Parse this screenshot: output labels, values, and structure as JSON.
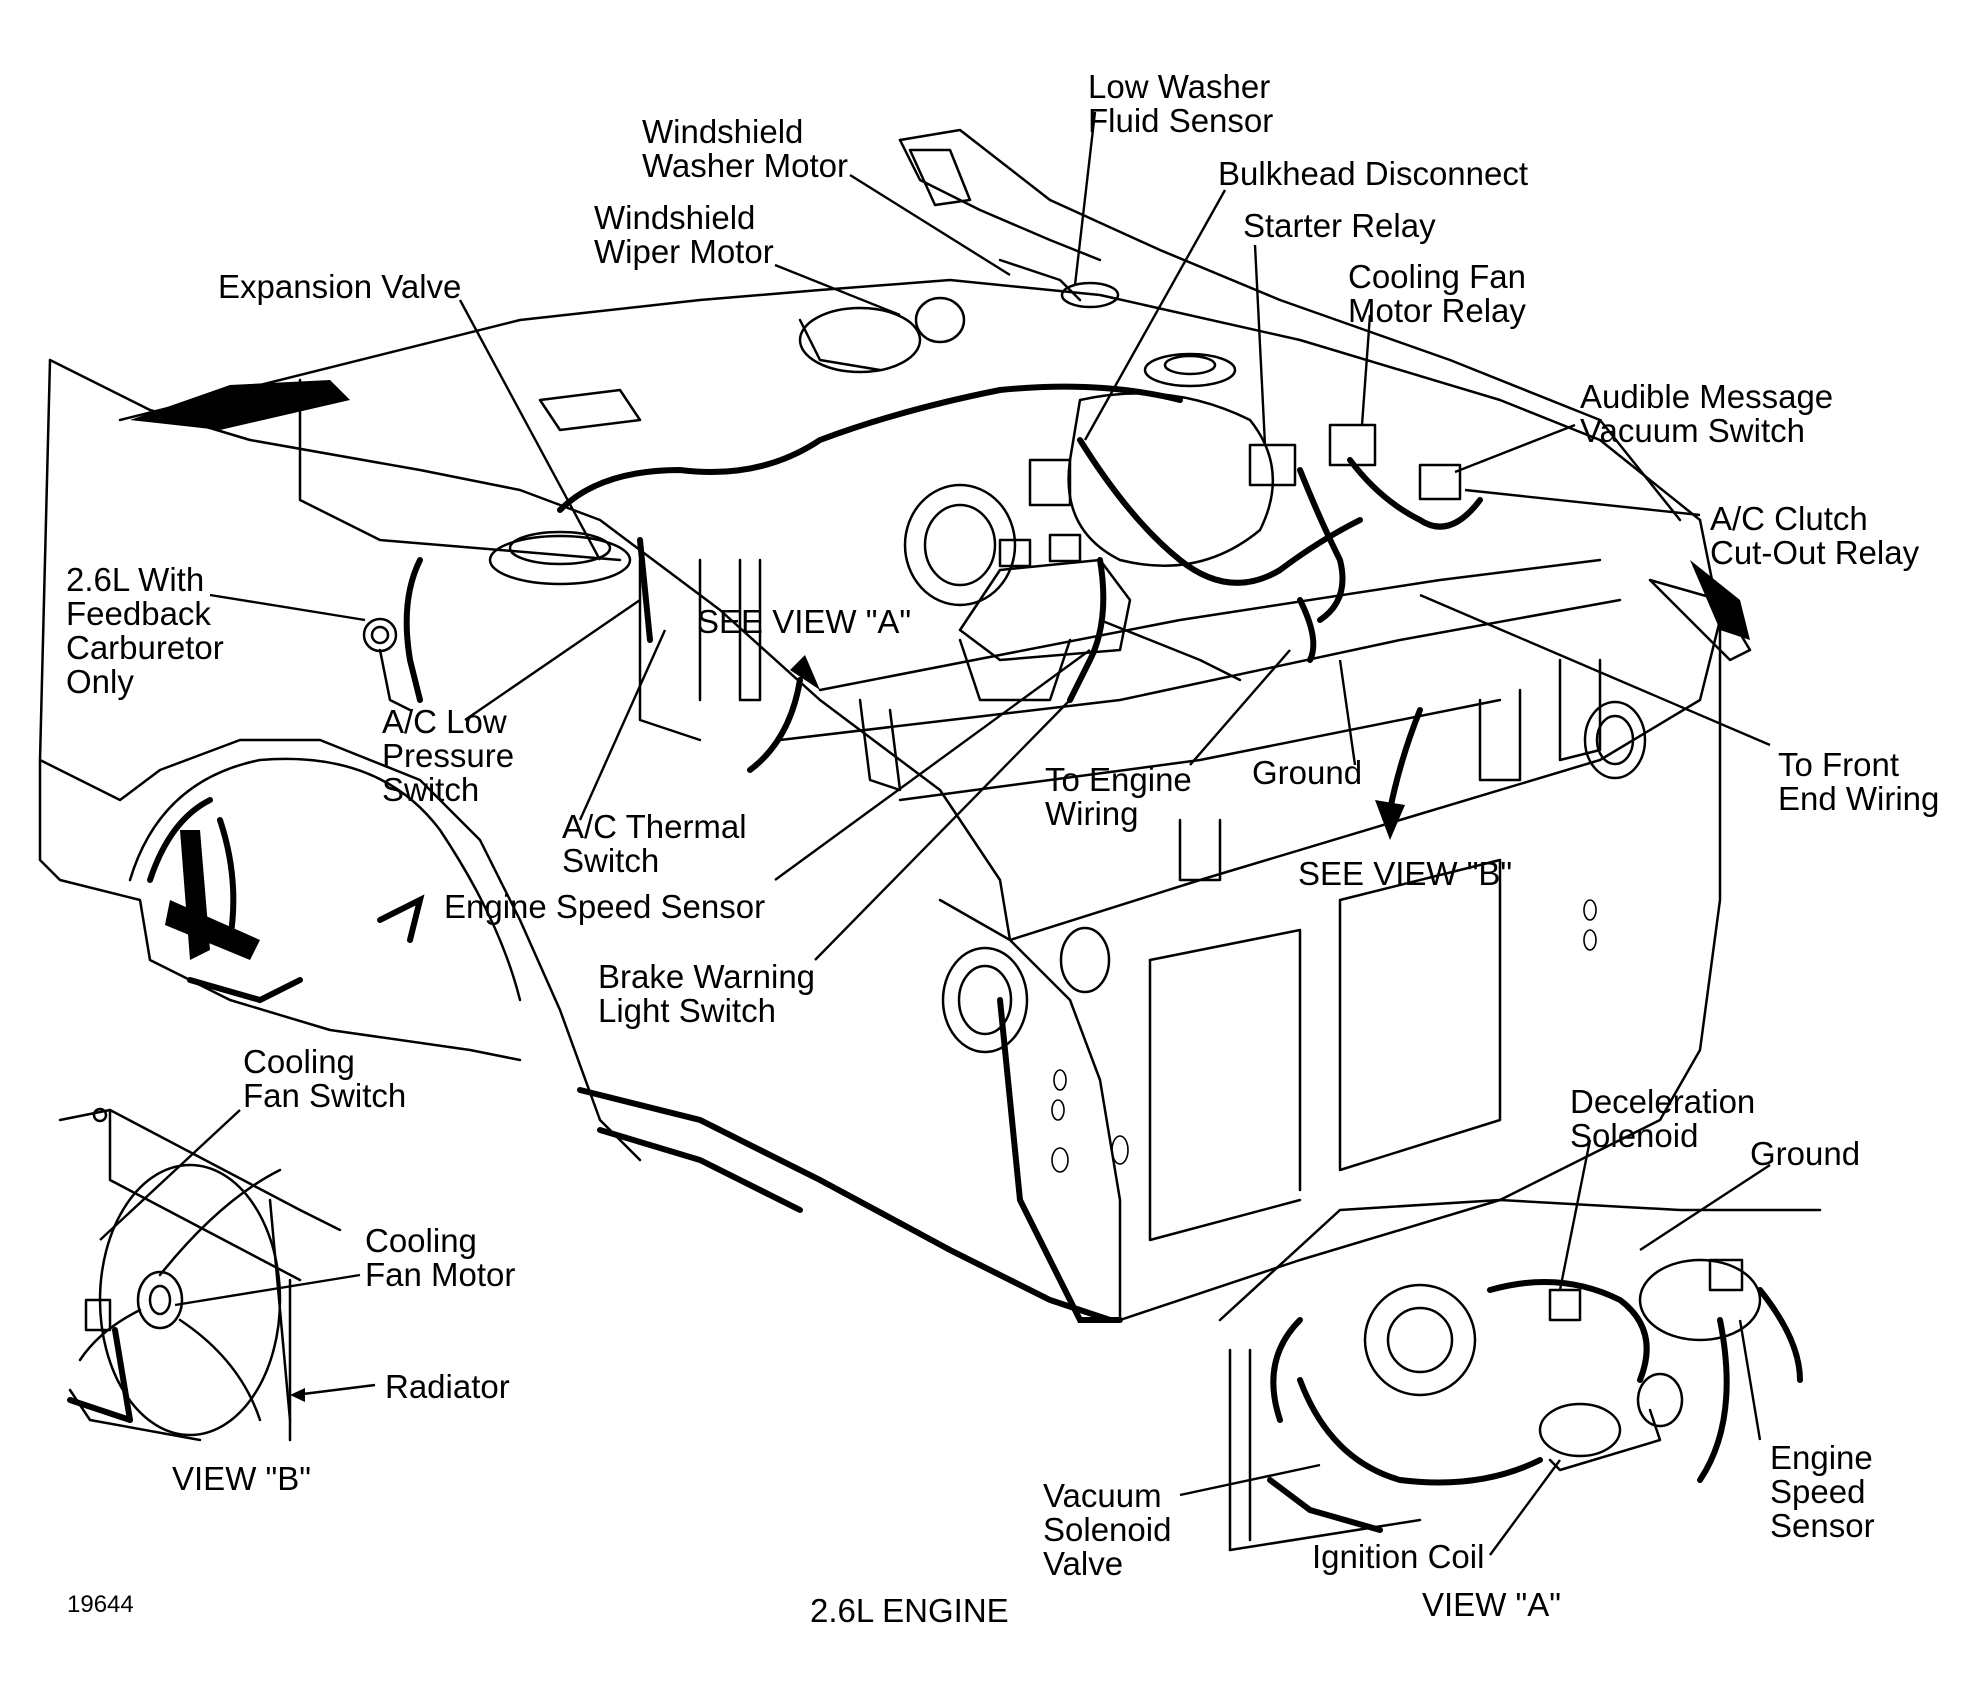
{
  "labels": {
    "low_washer_fluid_sensor": "Low Washer\nFluid Sensor",
    "windshield_washer_motor": "Windshield\nWasher Motor",
    "bulkhead_disconnect": "Bulkhead Disconnect",
    "starter_relay": "Starter Relay",
    "windshield_wiper_motor": "Windshield\nWiper Motor",
    "cooling_fan_motor_relay": "Cooling Fan\nMotor Relay",
    "expansion_valve": "Expansion Valve",
    "audible_message_vacuum_switch": "Audible Message\nVacuum Switch",
    "ac_clutch_cutout_relay": "A/C Clutch\nCut-Out Relay",
    "feedback_carburetor": "2.6L With\nFeedback\nCarburetor\nOnly",
    "see_view_a": "SEE VIEW \"A\"",
    "ac_low_pressure_switch": "A/C Low\nPressure\nSwitch",
    "to_front_end_wiring": "To Front\nEnd Wiring",
    "to_engine_wiring": "To Engine\nWiring",
    "ground_main": "Ground",
    "ac_thermal_switch": "A/C Thermal\nSwitch",
    "see_view_b": "SEE VIEW \"B\"",
    "engine_speed_sensor_main": "Engine Speed Sensor",
    "brake_warning_light_switch": "Brake Warning\nLight Switch",
    "cooling_fan_switch": "Cooling\nFan Switch",
    "cooling_fan_motor": "Cooling\nFan Motor",
    "radiator": "Radiator",
    "view_b_caption": "VIEW \"B\"",
    "deceleration_solenoid": "Deceleration\nSolenoid",
    "ground_view_a": "Ground",
    "engine_speed_sensor_view_a": "Engine\nSpeed\nSensor",
    "vacuum_solenoid_valve": "Vacuum\nSolenoid\nValve",
    "ignition_coil": "Ignition Coil",
    "figure_number": "19644",
    "engine_caption": "2.6L ENGINE",
    "view_a_caption": "VIEW \"A\""
  },
  "style": {
    "ink_color": "#000000",
    "paper_color": "#ffffff"
  }
}
